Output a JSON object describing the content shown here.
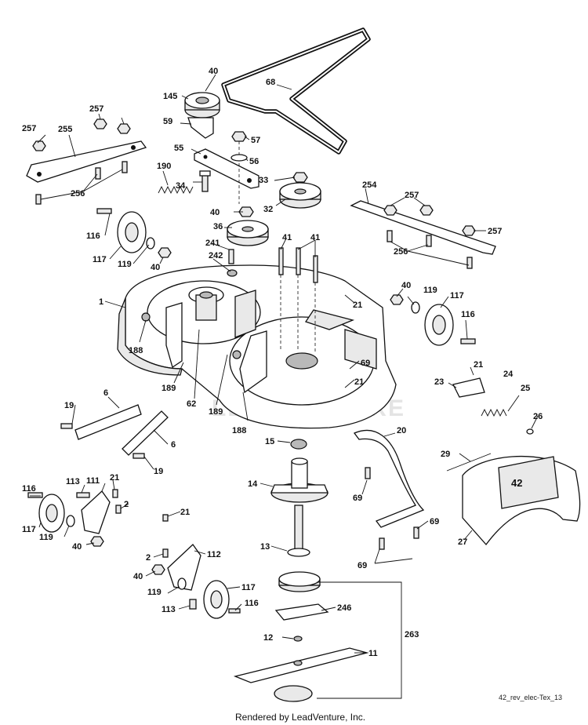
{
  "watermark": "LEADVENTURE",
  "reference_code": "42_rev_elec-Tex_13",
  "footer": "Rendered by LeadVenture, Inc.",
  "deck_badge": "42",
  "callouts": [
    {
      "id": "c40a",
      "text": "40"
    },
    {
      "id": "c68",
      "text": "68"
    },
    {
      "id": "c145",
      "text": "145"
    },
    {
      "id": "c257a",
      "text": "257"
    },
    {
      "id": "c257b",
      "text": "257"
    },
    {
      "id": "c255",
      "text": "255"
    },
    {
      "id": "c59",
      "text": "59"
    },
    {
      "id": "c57",
      "text": "57"
    },
    {
      "id": "c55",
      "text": "55"
    },
    {
      "id": "c56",
      "text": "56"
    },
    {
      "id": "c190",
      "text": "190"
    },
    {
      "id": "c256a",
      "text": "256"
    },
    {
      "id": "c34",
      "text": "34"
    },
    {
      "id": "c33",
      "text": "33"
    },
    {
      "id": "c32",
      "text": "32"
    },
    {
      "id": "c254",
      "text": "254"
    },
    {
      "id": "c257c",
      "text": "257"
    },
    {
      "id": "c257d",
      "text": "257"
    },
    {
      "id": "c40b",
      "text": "40"
    },
    {
      "id": "c116a",
      "text": "116"
    },
    {
      "id": "c36",
      "text": "36"
    },
    {
      "id": "c256b",
      "text": "256"
    },
    {
      "id": "c41a",
      "text": "41"
    },
    {
      "id": "c41b",
      "text": "41"
    },
    {
      "id": "c241",
      "text": "241"
    },
    {
      "id": "c117a",
      "text": "117"
    },
    {
      "id": "c119a",
      "text": "119"
    },
    {
      "id": "c40c",
      "text": "40"
    },
    {
      "id": "c242",
      "text": "242"
    },
    {
      "id": "c40d",
      "text": "40"
    },
    {
      "id": "c119b",
      "text": "119"
    },
    {
      "id": "c117b",
      "text": "117"
    },
    {
      "id": "c1",
      "text": "1"
    },
    {
      "id": "c21a",
      "text": "21"
    },
    {
      "id": "c116b",
      "text": "116"
    },
    {
      "id": "c188a",
      "text": "188"
    },
    {
      "id": "c69a",
      "text": "69"
    },
    {
      "id": "c21b",
      "text": "21"
    },
    {
      "id": "c189a",
      "text": "189"
    },
    {
      "id": "c21c",
      "text": "21"
    },
    {
      "id": "c24",
      "text": "24"
    },
    {
      "id": "c23",
      "text": "23"
    },
    {
      "id": "c25",
      "text": "25"
    },
    {
      "id": "c6a",
      "text": "6"
    },
    {
      "id": "c62",
      "text": "62"
    },
    {
      "id": "c189b",
      "text": "189"
    },
    {
      "id": "c19a",
      "text": "19"
    },
    {
      "id": "c26",
      "text": "26"
    },
    {
      "id": "c188b",
      "text": "188"
    },
    {
      "id": "c20",
      "text": "20"
    },
    {
      "id": "c15",
      "text": "15"
    },
    {
      "id": "c6b",
      "text": "6"
    },
    {
      "id": "c29",
      "text": "29"
    },
    {
      "id": "c19b",
      "text": "19"
    },
    {
      "id": "c21d",
      "text": "21"
    },
    {
      "id": "c113a",
      "text": "113"
    },
    {
      "id": "c111",
      "text": "111"
    },
    {
      "id": "c14",
      "text": "14"
    },
    {
      "id": "c116c",
      "text": "116"
    },
    {
      "id": "c2a",
      "text": "2"
    },
    {
      "id": "c69b",
      "text": "69"
    },
    {
      "id": "c21e",
      "text": "21"
    },
    {
      "id": "c69c",
      "text": "69"
    },
    {
      "id": "c117c",
      "text": "117"
    },
    {
      "id": "c27",
      "text": "27"
    },
    {
      "id": "c119c",
      "text": "119"
    },
    {
      "id": "c40e",
      "text": "40"
    },
    {
      "id": "c13",
      "text": "13"
    },
    {
      "id": "c2b",
      "text": "2"
    },
    {
      "id": "c112",
      "text": "112"
    },
    {
      "id": "c69d",
      "text": "69"
    },
    {
      "id": "c40f",
      "text": "40"
    },
    {
      "id": "c117d",
      "text": "117"
    },
    {
      "id": "c119d",
      "text": "119"
    },
    {
      "id": "c116d",
      "text": "116"
    },
    {
      "id": "c113b",
      "text": "113"
    },
    {
      "id": "c246",
      "text": "246"
    },
    {
      "id": "c263",
      "text": "263"
    },
    {
      "id": "c12",
      "text": "12"
    },
    {
      "id": "c11",
      "text": "11"
    }
  ]
}
